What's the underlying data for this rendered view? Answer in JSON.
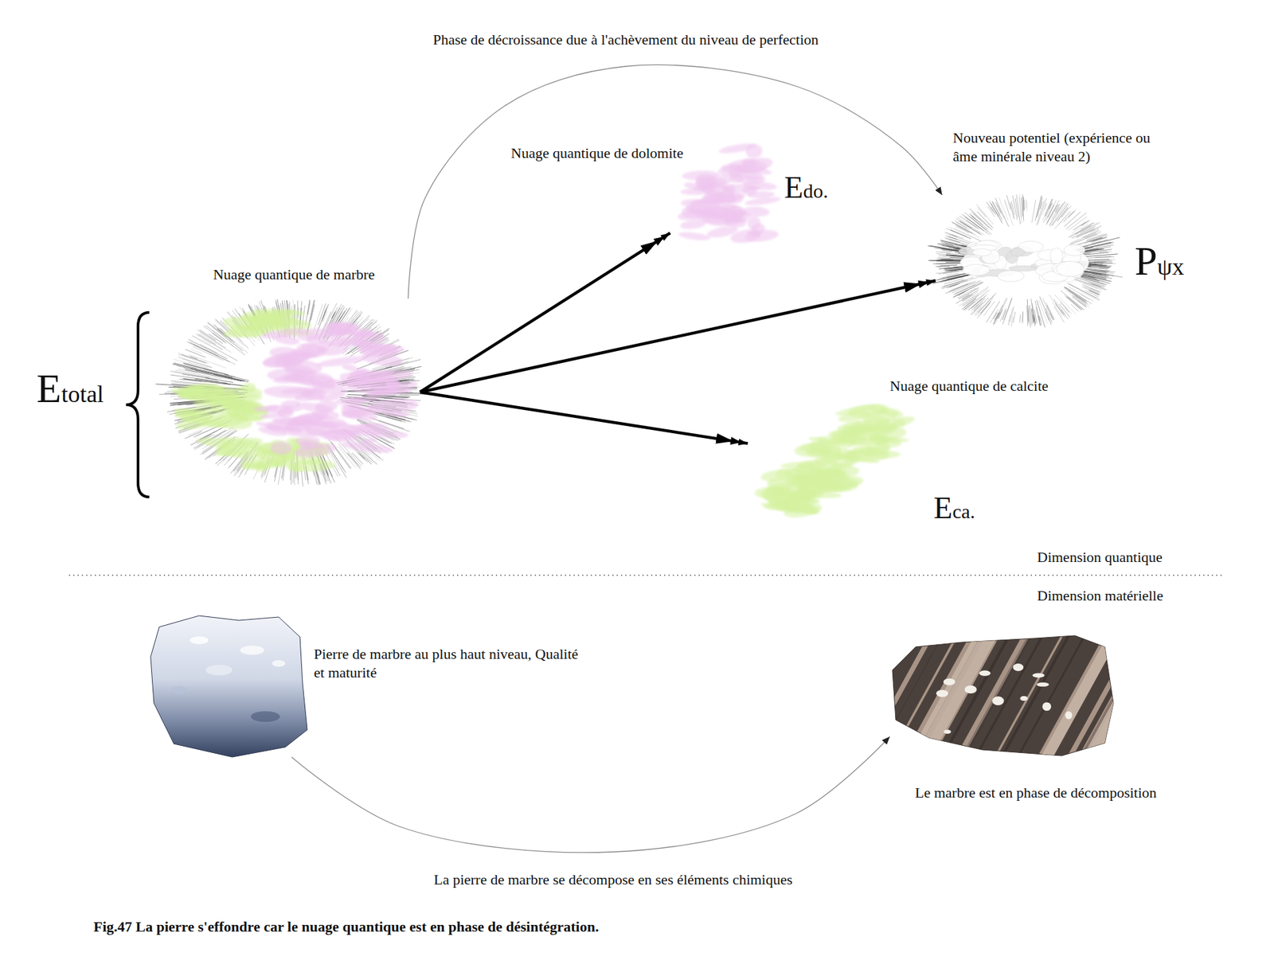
{
  "diagram": {
    "caption": "Fig.47 La pierre s'effondre car le nuage quantique est en phase de désintégration.",
    "nodes": [
      {
        "text": [
          "Nuage quantique de marbre"
        ]
      },
      {
        "text": [
          "Nuage quantique de dolomite",
          "Edo."
        ]
      },
      {
        "text": [
          "Nouveau potentiel (expérience ou âme minérale niveau 2)",
          "Pψx"
        ]
      },
      {
        "text": [
          "Nuage quantique de calcite",
          "Eca."
        ]
      },
      {
        "text": [
          "Pierre de marbre au plus haut niveau, Qualité et maturité"
        ]
      },
      {
        "text": [
          "Le marbre est en phase de décomposition"
        ]
      }
    ],
    "edges": [
      {
        "from": 0,
        "to": 1,
        "arrow": "to"
      },
      {
        "from": 0,
        "to": 2,
        "arrow": "to"
      },
      {
        "from": 0,
        "to": 3,
        "arrow": "to"
      },
      {
        "from": 0,
        "to": 2,
        "arrow": "to",
        "label": "Phase de décroissance due à l'achèvement du niveau de perfection"
      },
      {
        "from": 4,
        "to": 5,
        "arrow": "to",
        "label": "La pierre de marbre se décompose en ses éléments chimiques"
      }
    ],
    "labels": [
      "Etotal",
      "Dimension quantique",
      "Dimension matérielle"
    ]
  }
}
